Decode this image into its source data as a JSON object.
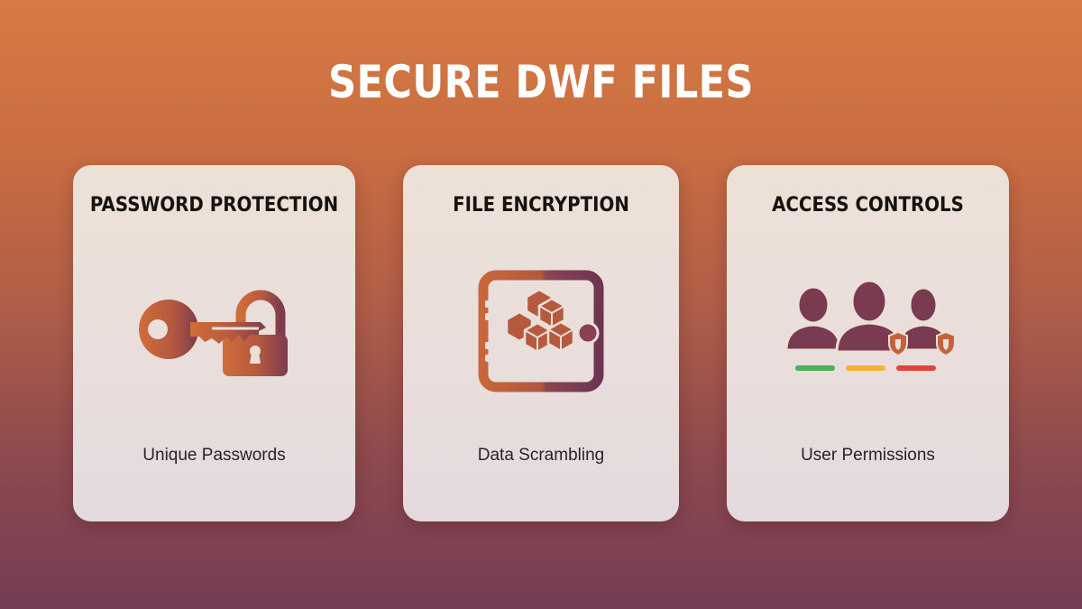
{
  "title": "SECURE DWF FILES",
  "colors": {
    "background_top": "#d57a42",
    "background_bottom": "#743d56",
    "card": "#ebdfd9",
    "icon_orange": "#c2643b",
    "icon_plum": "#7a3a50",
    "status_green": "#4caf5a",
    "status_yellow": "#f2b233",
    "status_red": "#e0443e"
  },
  "cards": [
    {
      "title": "PASSWORD PROTECTION",
      "subtitle": "Unique Passwords",
      "icon": "key-and-padlock-icon"
    },
    {
      "title": "FILE ENCRYPTION",
      "subtitle": "Data Scrambling",
      "icon": "encrypted-safe-cubes-icon"
    },
    {
      "title": "ACCESS CONTROLS",
      "subtitle": "User Permissions",
      "icon": "users-shield-icon"
    }
  ]
}
